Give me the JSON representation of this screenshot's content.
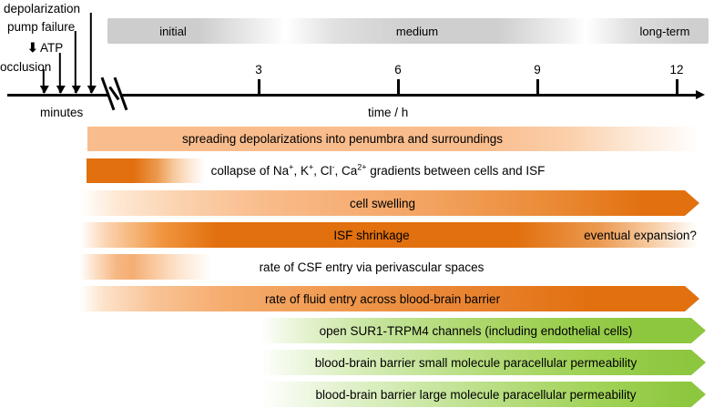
{
  "figure": {
    "type": "timeline-diagram",
    "title_present": false,
    "colors": {
      "orange_dark": "#E2700F",
      "orange_light": "#F9BC8C",
      "green": "#8DC63F",
      "green_light": "#E3F1CC",
      "gray": "#C9C9C9",
      "axis": "#000000"
    }
  },
  "events": {
    "labels": [
      {
        "text": "depolarization"
      },
      {
        "text": "pump failure"
      },
      {
        "text": "ATP",
        "prefix_glyph": "down-arrow-glyph"
      },
      {
        "text": "occlusion"
      }
    ],
    "axis_note": "minutes"
  },
  "phases": {
    "items": [
      {
        "label": "initial"
      },
      {
        "label": "medium"
      },
      {
        "label": "long-term"
      }
    ]
  },
  "time_axis": {
    "caption": "time / h",
    "ticks": [
      "3",
      "6",
      "9",
      "12"
    ],
    "break_symbol": "axis-break"
  },
  "rows": [
    {
      "name": "spreading-depolarizations",
      "label": "spreading depolarizations into penumbra and surroundings",
      "color": "orange",
      "style": "fade-right",
      "arrow_tip": false
    },
    {
      "name": "ion-gradient-collapse",
      "label_html": "collapse of Na<sup>+</sup>, K<sup>+</sup>, Cl<sup>-</sup>, Ca<sup>2+</sup> gradients between cells and ISF",
      "label": "collapse of Na+, K+, Cl-, Ca2+ gradients between cells and ISF",
      "color": "orange",
      "style": "solid-then-fade",
      "arrow_tip": false
    },
    {
      "name": "cell-swelling",
      "label": "cell swelling",
      "color": "orange",
      "style": "ramp-up",
      "arrow_tip": true
    },
    {
      "name": "isf-shrinkage",
      "label": "ISF shrinkage",
      "label_secondary": "eventual expansion?",
      "color": "orange",
      "style": "ramp-up-fade-out",
      "arrow_tip": false
    },
    {
      "name": "csf-entry-perivascular",
      "label": "rate of CSF entry via perivascular spaces",
      "color": "orange",
      "style": "early-blob",
      "arrow_tip": false
    },
    {
      "name": "fluid-entry-bbb",
      "label": "rate of fluid entry across blood-brain barrier",
      "color": "orange",
      "style": "ramp-up",
      "arrow_tip": true
    },
    {
      "name": "sur1-trpm4-channels",
      "label": "open SUR1-TRPM4 channels (including endothelial cells)",
      "color": "green",
      "style": "ramp-up",
      "arrow_tip": true
    },
    {
      "name": "bbb-small-molecule-permeability",
      "label": "blood-brain barrier small molecule paracellular permeability",
      "color": "green",
      "style": "ramp-up",
      "arrow_tip": true
    },
    {
      "name": "bbb-large-molecule-permeability",
      "label": "blood-brain barrier large molecule paracellular permeability",
      "color": "green",
      "style": "ramp-up",
      "arrow_tip": true
    }
  ]
}
